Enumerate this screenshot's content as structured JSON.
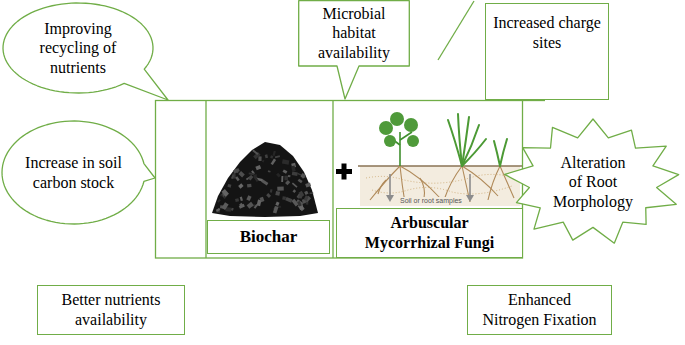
{
  "diagram": {
    "nodes": [
      {
        "text": [
          "Improving recycling of nutrients"
        ]
      },
      {
        "text": [
          "Microbial habitat availability"
        ]
      },
      {
        "text": [
          "Increased charge sites"
        ]
      },
      {
        "text": [
          "Increase in soil carbon stock"
        ]
      },
      {
        "text": [
          "Biochar"
        ]
      },
      {
        "text": [
          "Arbuscular Mycorrhizal Fungi"
        ]
      },
      {
        "text": [
          "Alteration of Root Morphology"
        ]
      },
      {
        "text": [
          "Better nutrients availability"
        ]
      },
      {
        "text": [
          "Enhanced Nitrogen Fixation"
        ]
      }
    ],
    "labels": [
      "Soil or root samples"
    ]
  }
}
